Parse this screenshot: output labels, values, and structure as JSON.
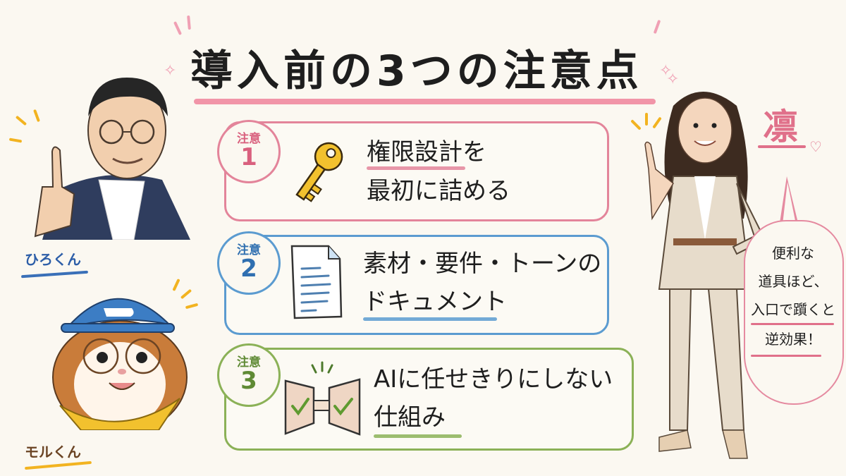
{
  "title": {
    "text": "導入前の3つの注意点",
    "underline_color": "#ef8aa0"
  },
  "cards": [
    {
      "badge_label": "注意",
      "badge_number": "1",
      "color": "#e3849a",
      "icon": "key-icon",
      "line1": "権限設計を",
      "line2": "最初に詰める",
      "underline_text": "権限設計"
    },
    {
      "badge_label": "注意",
      "badge_number": "2",
      "color": "#5b9bd0",
      "icon": "document-icon",
      "line1": "素材・要件・トーンの",
      "line2": "ドキュメント",
      "underline_text": "ドキュメント"
    },
    {
      "badge_label": "注意",
      "badge_number": "3",
      "color": "#8bb157",
      "icon": "double-check-gate-icon",
      "line1": "AIに任せきりにしない",
      "line2": "仕組み",
      "underline_text": "仕組み"
    }
  ],
  "characters": {
    "hiro": {
      "name": "ひろくん",
      "color": "#2d5ea8",
      "underline": "#3a70b8"
    },
    "moru": {
      "name": "モルくん",
      "color": "#6b4424",
      "underline": "#f2b320"
    },
    "rin": {
      "name": "凛",
      "color": "#e0708a"
    }
  },
  "speech_bubble": {
    "lines": [
      "便利な",
      "道具ほど、",
      "入口で躓くと",
      "逆効果！"
    ],
    "border_color": "#e58aa0"
  },
  "colors": {
    "background": "#fbf8f1",
    "pink": "#e3849a",
    "blue": "#5b9bd0",
    "green": "#8bb157",
    "accent_yellow": "#f2b320"
  }
}
